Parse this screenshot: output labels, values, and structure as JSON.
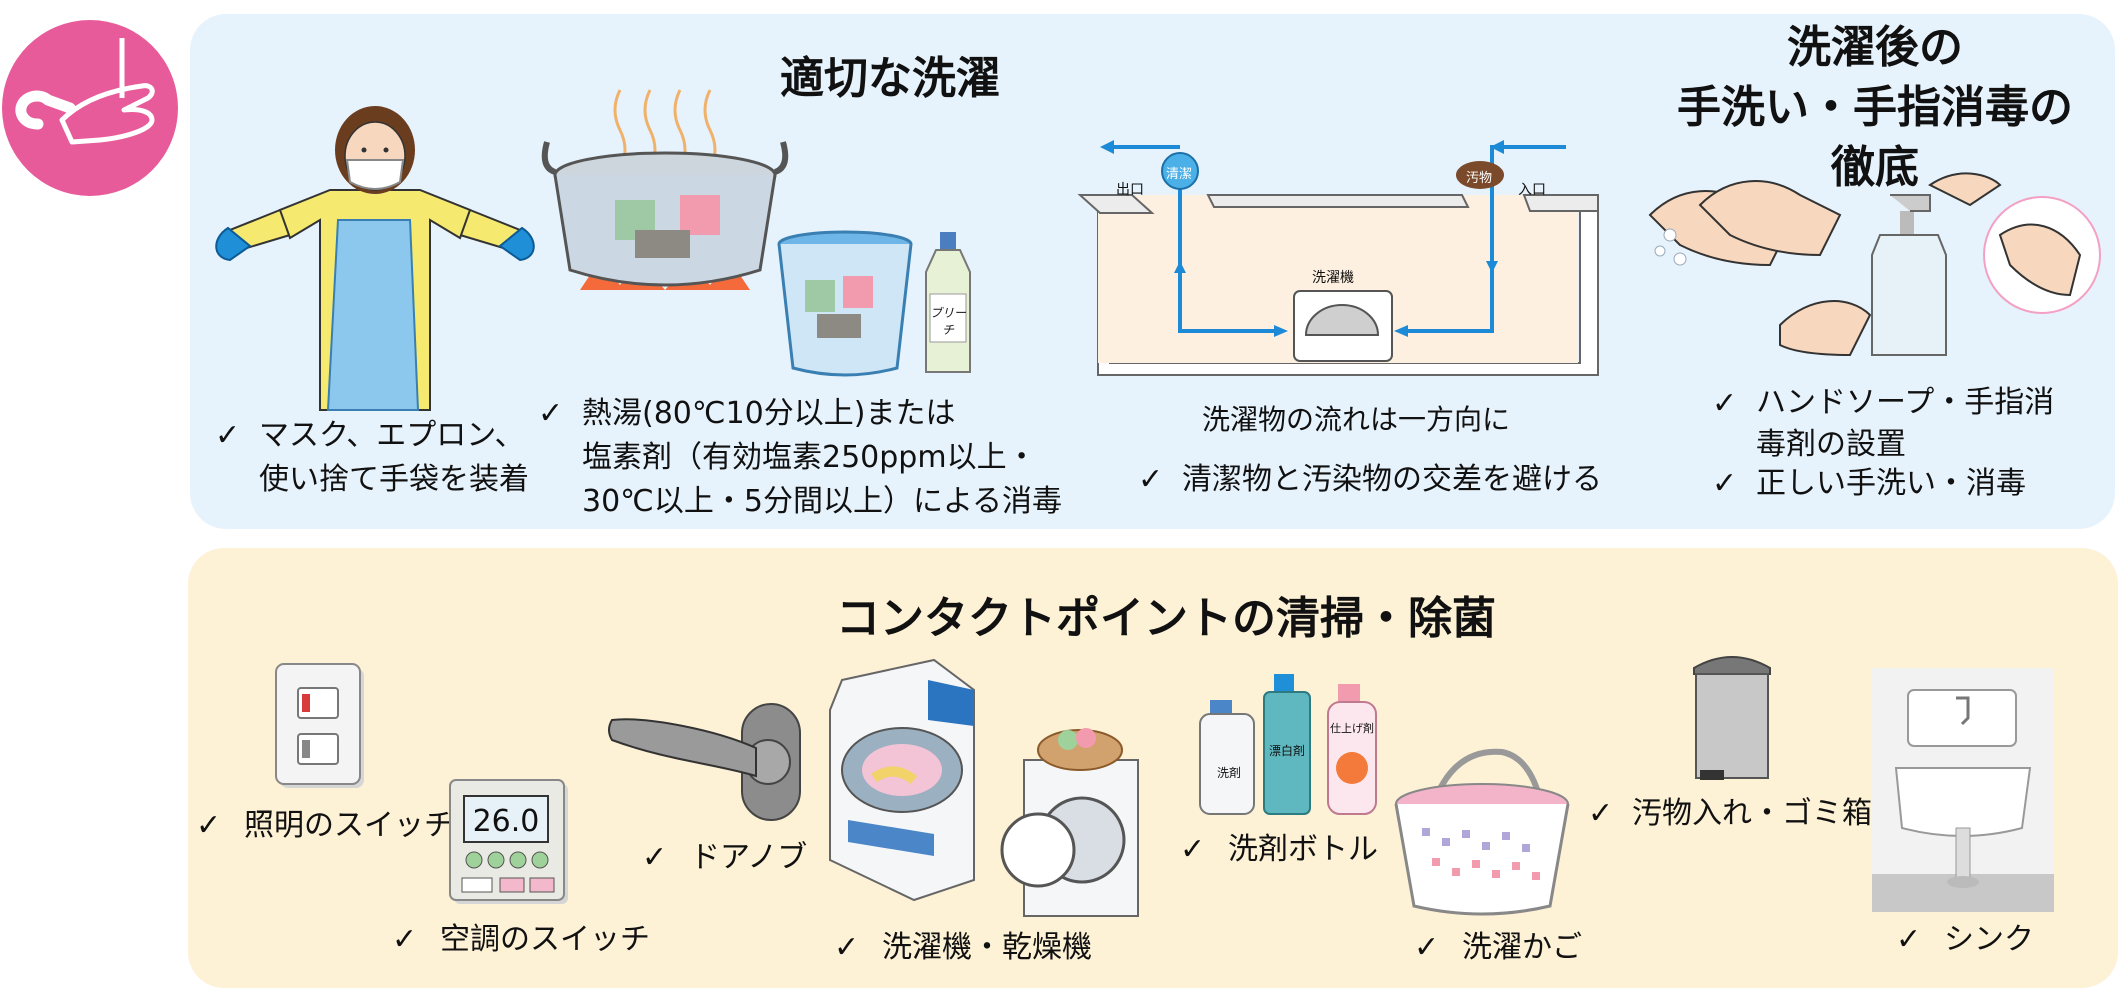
{
  "colors": {
    "top_panel": "#e7f3fc",
    "bottom_panel": "#fdf1d6",
    "badge": "#e85b9a",
    "flow_arrow": "#1d8ad8"
  },
  "checkmark": "✓",
  "top": {
    "laundry_title": "適切な洗濯",
    "handwash_title": [
      "洗濯後の",
      "手洗い・手指消毒の",
      "徹底"
    ],
    "mask_caption": [
      "マスク、エプロン、",
      "使い捨て手袋を装着"
    ],
    "heat_caption": [
      "熱湯(80℃10分以上)または",
      "塩素剤（有効塩素250ppm以上・",
      "30℃以上・5分間以上）による消毒"
    ],
    "flow_caption_1": "洗濯物の流れは一方向に",
    "flow_caption_2": "清潔物と汚染物の交差を避ける",
    "hand_caption_1": [
      "ハンドソープ・手指消",
      "毒剤の設置"
    ],
    "hand_caption_2": "正しい手洗い・消毒",
    "diagram": {
      "exit": "出口",
      "entry": "入口",
      "clean": "清潔",
      "dirty": "汚物",
      "machine": "洗濯機"
    },
    "bottle_label": "ブリーチ"
  },
  "bottom": {
    "title": "コンタクトポイントの清掃・除菌",
    "light_switch": "照明のスイッチ",
    "ac_switch": "空調のスイッチ",
    "ac_display": "26.0",
    "door_knob": "ドアノブ",
    "washer_dryer": "洗濯機・乾燥機",
    "detergent_bottle": "洗剤ボトル",
    "bottle_labels": [
      "洗剤",
      "漂白剤",
      "仕上げ剤"
    ],
    "laundry_basket": "洗濯かご",
    "trash": "汚物入れ・ゴミ箱",
    "sink": "シンク"
  }
}
